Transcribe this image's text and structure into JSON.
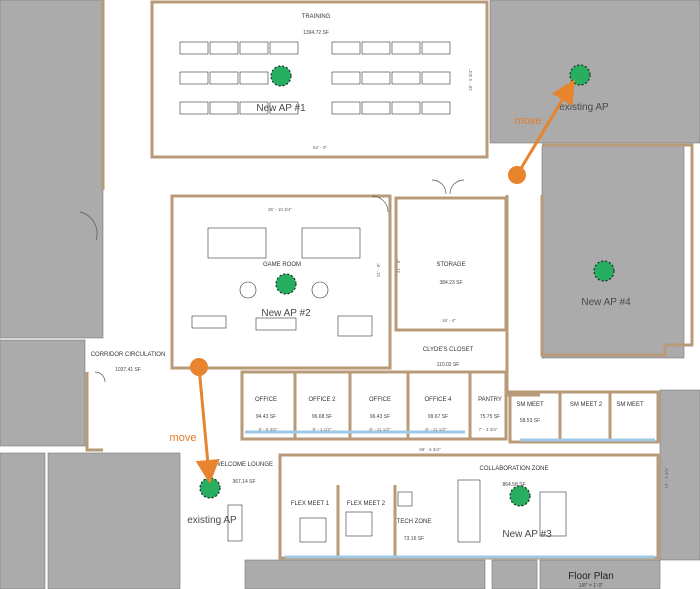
{
  "rooms": {
    "training": {
      "name": "TRAINING",
      "sf": "1394.72 SF"
    },
    "game_room": {
      "name": "GAME ROOM"
    },
    "storage": {
      "name": "STORAGE",
      "sf": "384.23 SF"
    },
    "corridor": {
      "name": "CORRIDOR CIRCULATION",
      "sf": "1037.41 SF"
    },
    "clydes_closet": {
      "name": "CLYDE'S CLOSET",
      "sf": "110.02 SF"
    },
    "pantry": {
      "name": "PANTRY",
      "sf": "75.75 SF"
    },
    "welcome_lounge": {
      "name": "WELCOME LOUNGE",
      "sf": "367.14 SF"
    },
    "collaboration_zone": {
      "name": "COLLABORATION ZONE",
      "sf": "864.58 SF"
    },
    "flex_meet_1": {
      "name": "FLEX MEET 1"
    },
    "flex_meet_2": {
      "name": "FLEX MEET 2"
    },
    "tech_zone": {
      "name": "TECH ZONE",
      "sf": "73.16 SF"
    },
    "sm_meet_1": {
      "name": "SM MEET",
      "sf": "58.53 SF"
    },
    "sm_meet_2": {
      "name": "SM MEET 2"
    },
    "sm_meet_3": {
      "name": "SM MEET"
    },
    "office_1": {
      "name": "OFFICE",
      "sf": "94.43 SF"
    },
    "office_2": {
      "name": "OFFICE 2",
      "sf": "96.68 SF"
    },
    "office_3": {
      "name": "OFFICE",
      "sf": "96.43 SF"
    },
    "office_4": {
      "name": "OFFICE 4",
      "sf": "99.67 SF"
    }
  },
  "dimensions": {
    "training_width": "54' - 0\"",
    "training_height": "25' - 5 3/4\"",
    "game_width": "35' - 10 3/4\"",
    "game_height": "21' - 0\"",
    "storage_width": "16' - 4\"",
    "storage_height": "21' - 0\"",
    "office_1": "8' - 6 3/4\"",
    "office_2": "9' - 1 1/2\"",
    "office_3": "8' - 11 1/2\"",
    "office_4": "8' - 11 1/2\"",
    "pantry": "7' - 3 3/4\"",
    "offices_row": "68' - 6 3/4\"",
    "collab_height": "19' - 3 3/4\""
  },
  "annotations": {
    "new_ap_1": "New AP #1",
    "new_ap_2": "New AP #2",
    "new_ap_3": "New AP #3",
    "new_ap_4": "New AP #4",
    "existing_ap_top": "existing AP",
    "existing_ap_bottom": "existing AP",
    "move_top": "move",
    "move_bottom": "move",
    "floor_plan": "Floor Plan",
    "floor_plan_scale": "1/8\" = 1'-0\""
  },
  "colors": {
    "ap_marker": "#27ae60",
    "move_arrow": "#e8832e",
    "wall": "#b89a78",
    "exterior_fill": "#ababab"
  }
}
